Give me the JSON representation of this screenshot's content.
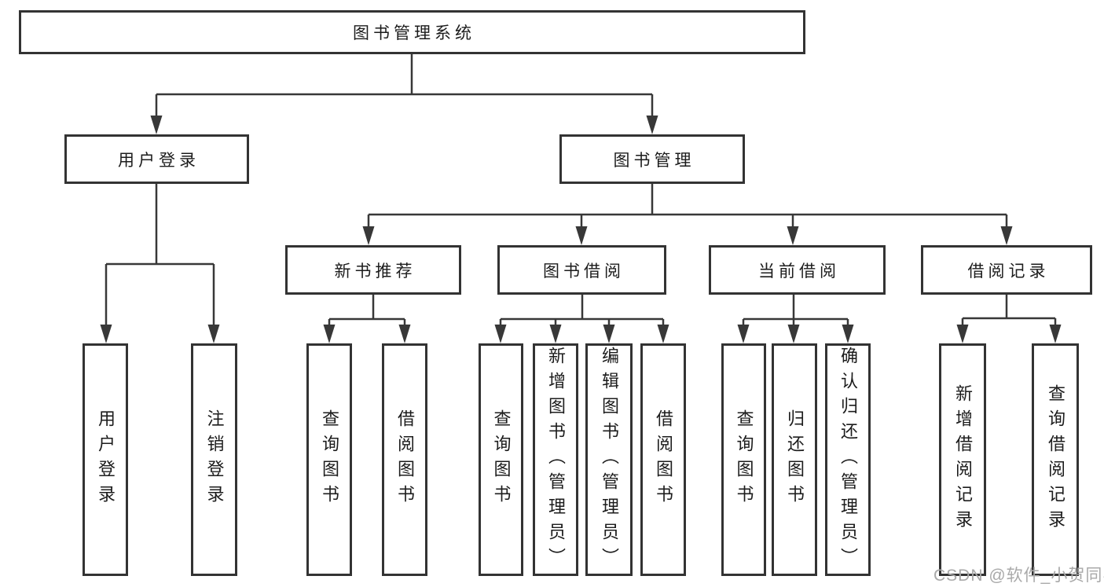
{
  "diagram_type": "tree",
  "root": {
    "label": "图书管理系统"
  },
  "level2": [
    {
      "label": "用户登录"
    },
    {
      "label": "图书管理"
    }
  ],
  "level3": [
    {
      "parent": "图书管理",
      "label": "新书推荐"
    },
    {
      "parent": "图书管理",
      "label": "图书借阅"
    },
    {
      "parent": "图书管理",
      "label": "当前借阅"
    },
    {
      "parent": "图书管理",
      "label": "借阅记录"
    }
  ],
  "leaves": [
    {
      "parent": "用户登录",
      "label": "用户登录"
    },
    {
      "parent": "用户登录",
      "label": "注销登录"
    },
    {
      "parent": "新书推荐",
      "label": "查询图书"
    },
    {
      "parent": "新书推荐",
      "label": "借阅图书"
    },
    {
      "parent": "图书借阅",
      "label": "查询图书"
    },
    {
      "parent": "图书借阅",
      "label": "新增图书（管理员）"
    },
    {
      "parent": "图书借阅",
      "label": "编辑图书（管理员）"
    },
    {
      "parent": "图书借阅",
      "label": "借阅图书"
    },
    {
      "parent": "当前借阅",
      "label": "查询图书"
    },
    {
      "parent": "当前借阅",
      "label": "归还图书"
    },
    {
      "parent": "当前借阅",
      "label": "确认归还（管理员）"
    },
    {
      "parent": "借阅记录",
      "label": "新增借阅记录"
    },
    {
      "parent": "借阅记录",
      "label": "查询借阅记录"
    }
  ],
  "watermark": {
    "text": "CSDN @软件_小贺同学",
    "color": "#a9a9a9"
  },
  "colors": {
    "line": "#383838",
    "box_border": "#333333",
    "text": "#1c1c1c",
    "background": "#ffffff"
  }
}
